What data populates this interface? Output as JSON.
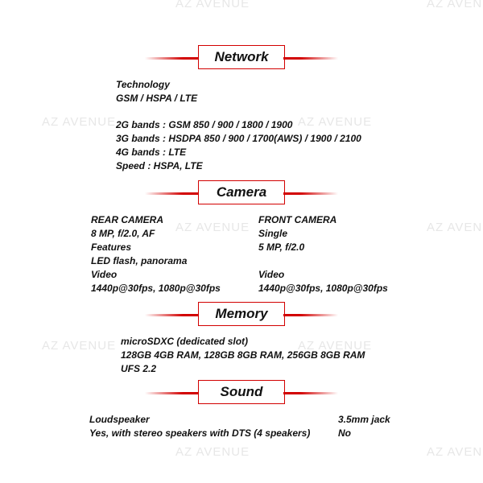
{
  "watermark": "AZ AVENUE",
  "accent_color": "#d20000",
  "network": {
    "title": "Network",
    "technology_label": "Technology",
    "technology_value": "GSM / HSPA / LTE",
    "bands_2g": "2G bands : GSM 850 / 900 / 1800 / 1900",
    "bands_3g": "3G bands : HSDPA 850 / 900 / 1700(AWS) / 1900 / 2100",
    "bands_4g": "4G bands : LTE",
    "speed": "Speed : HSPA, LTE"
  },
  "camera": {
    "title": "Camera",
    "rear": {
      "heading": "REAR CAMERA",
      "spec": "8 MP, f/2.0, AF",
      "features_label": "Features",
      "features_value": "LED flash, panorama",
      "video_label": "Video",
      "video_value": "1440p@30fps, 1080p@30fps"
    },
    "front": {
      "heading": "FRONT CAMERA",
      "type": "Single",
      "spec": "5 MP, f/2.0",
      "video_label": "Video",
      "video_value": "1440p@30fps, 1080p@30fps"
    }
  },
  "memory": {
    "title": "Memory",
    "card_slot": "microSDXC (dedicated slot)",
    "internal": "128GB 4GB RAM, 128GB 8GB RAM, 256GB 8GB RAM",
    "storage_type": "UFS 2.2"
  },
  "sound": {
    "title": "Sound",
    "loudspeaker_label": "Loudspeaker",
    "loudspeaker_value": "Yes, with stereo speakers with DTS (4 speakers)",
    "jack_label": "3.5mm jack",
    "jack_value": "No"
  }
}
